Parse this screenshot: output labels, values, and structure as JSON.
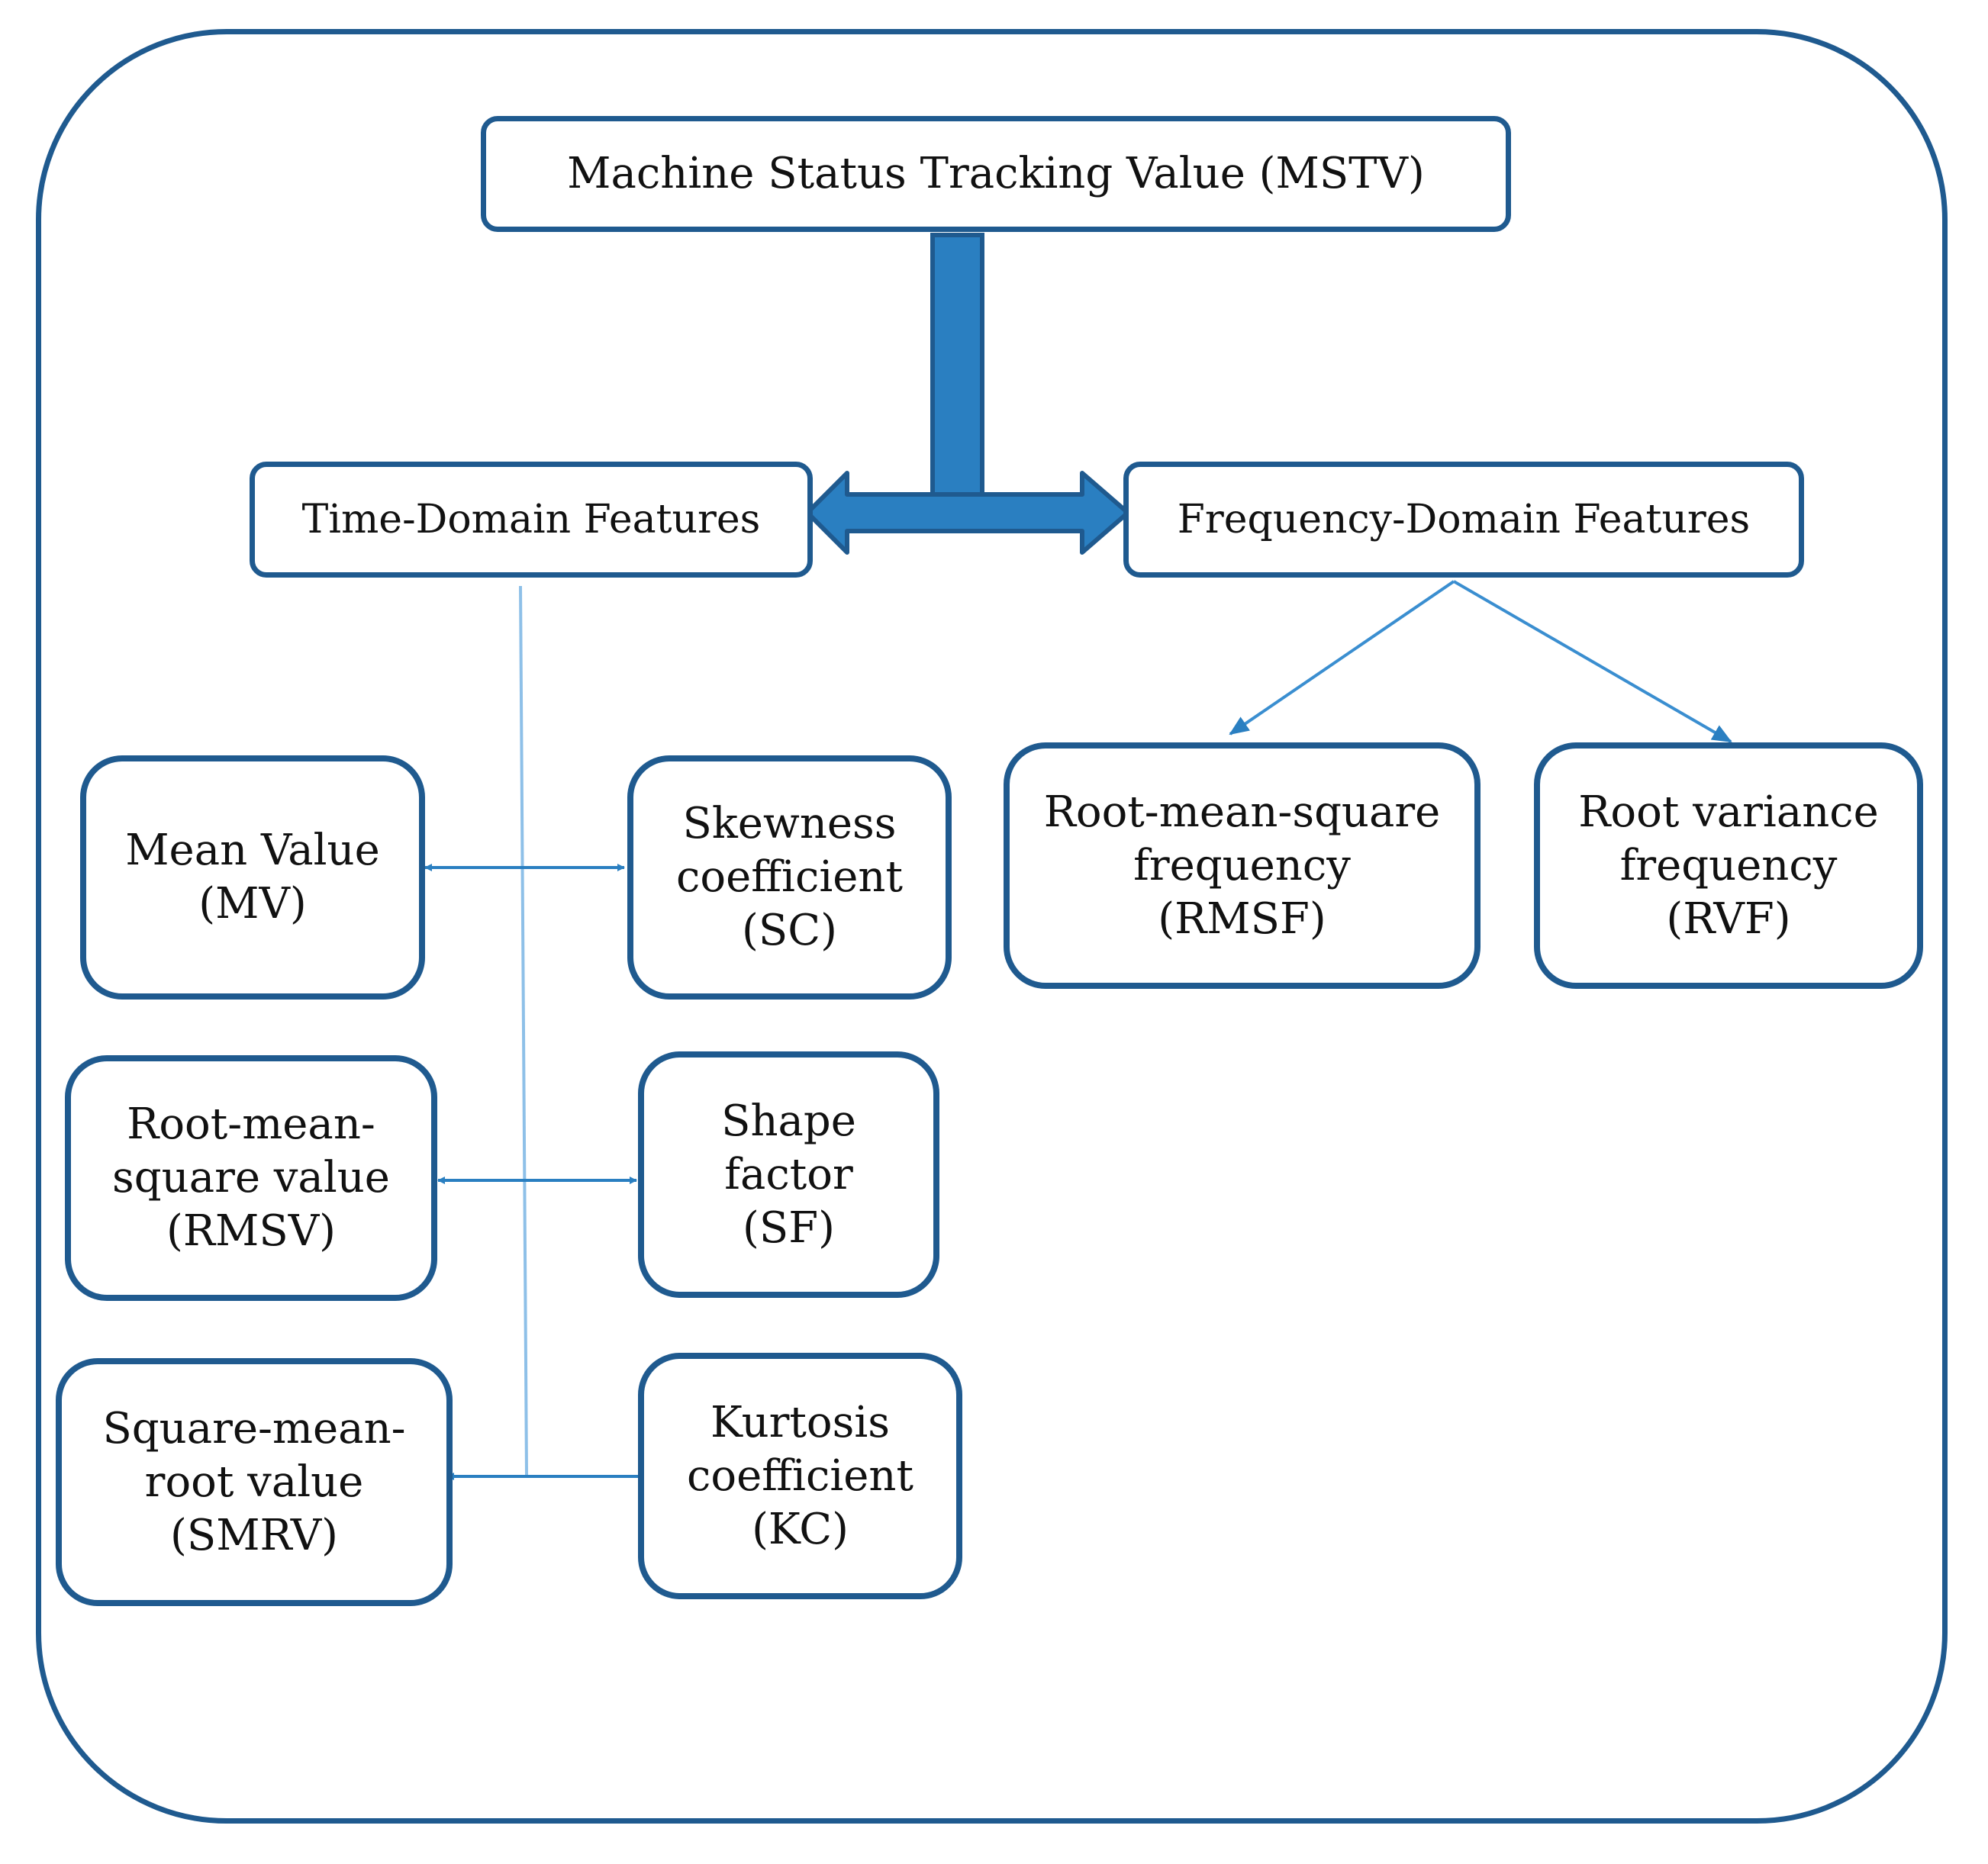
{
  "root": {
    "label": "Machine Status Tracking Value (MSTV)"
  },
  "branches": {
    "time_domain": {
      "label": "Time-Domain Features",
      "features": [
        {
          "label": "Mean Value\n(MV)"
        },
        {
          "label": "Skewness\ncoefficient\n(SC)"
        },
        {
          "label": "Root-mean-\nsquare value\n(RMSV)"
        },
        {
          "label": "Shape\nfactor\n(SF)"
        },
        {
          "label": "Square-mean-\nroot value\n(SMRV)"
        },
        {
          "label": "Kurtosis\ncoefficient\n(KC)"
        }
      ]
    },
    "frequency_domain": {
      "label": "Frequency-Domain Features",
      "features": [
        {
          "label": "Root-mean-square\nfrequency\n(RMSF)"
        },
        {
          "label": "Root variance\nfrequency\n(RVF)"
        }
      ]
    }
  },
  "colors": {
    "border": "#1f5a8f",
    "connector_thick": "#2a7fc1",
    "connector_thin": "#3a8ed0",
    "trunk_line": "#8ec0e8"
  }
}
